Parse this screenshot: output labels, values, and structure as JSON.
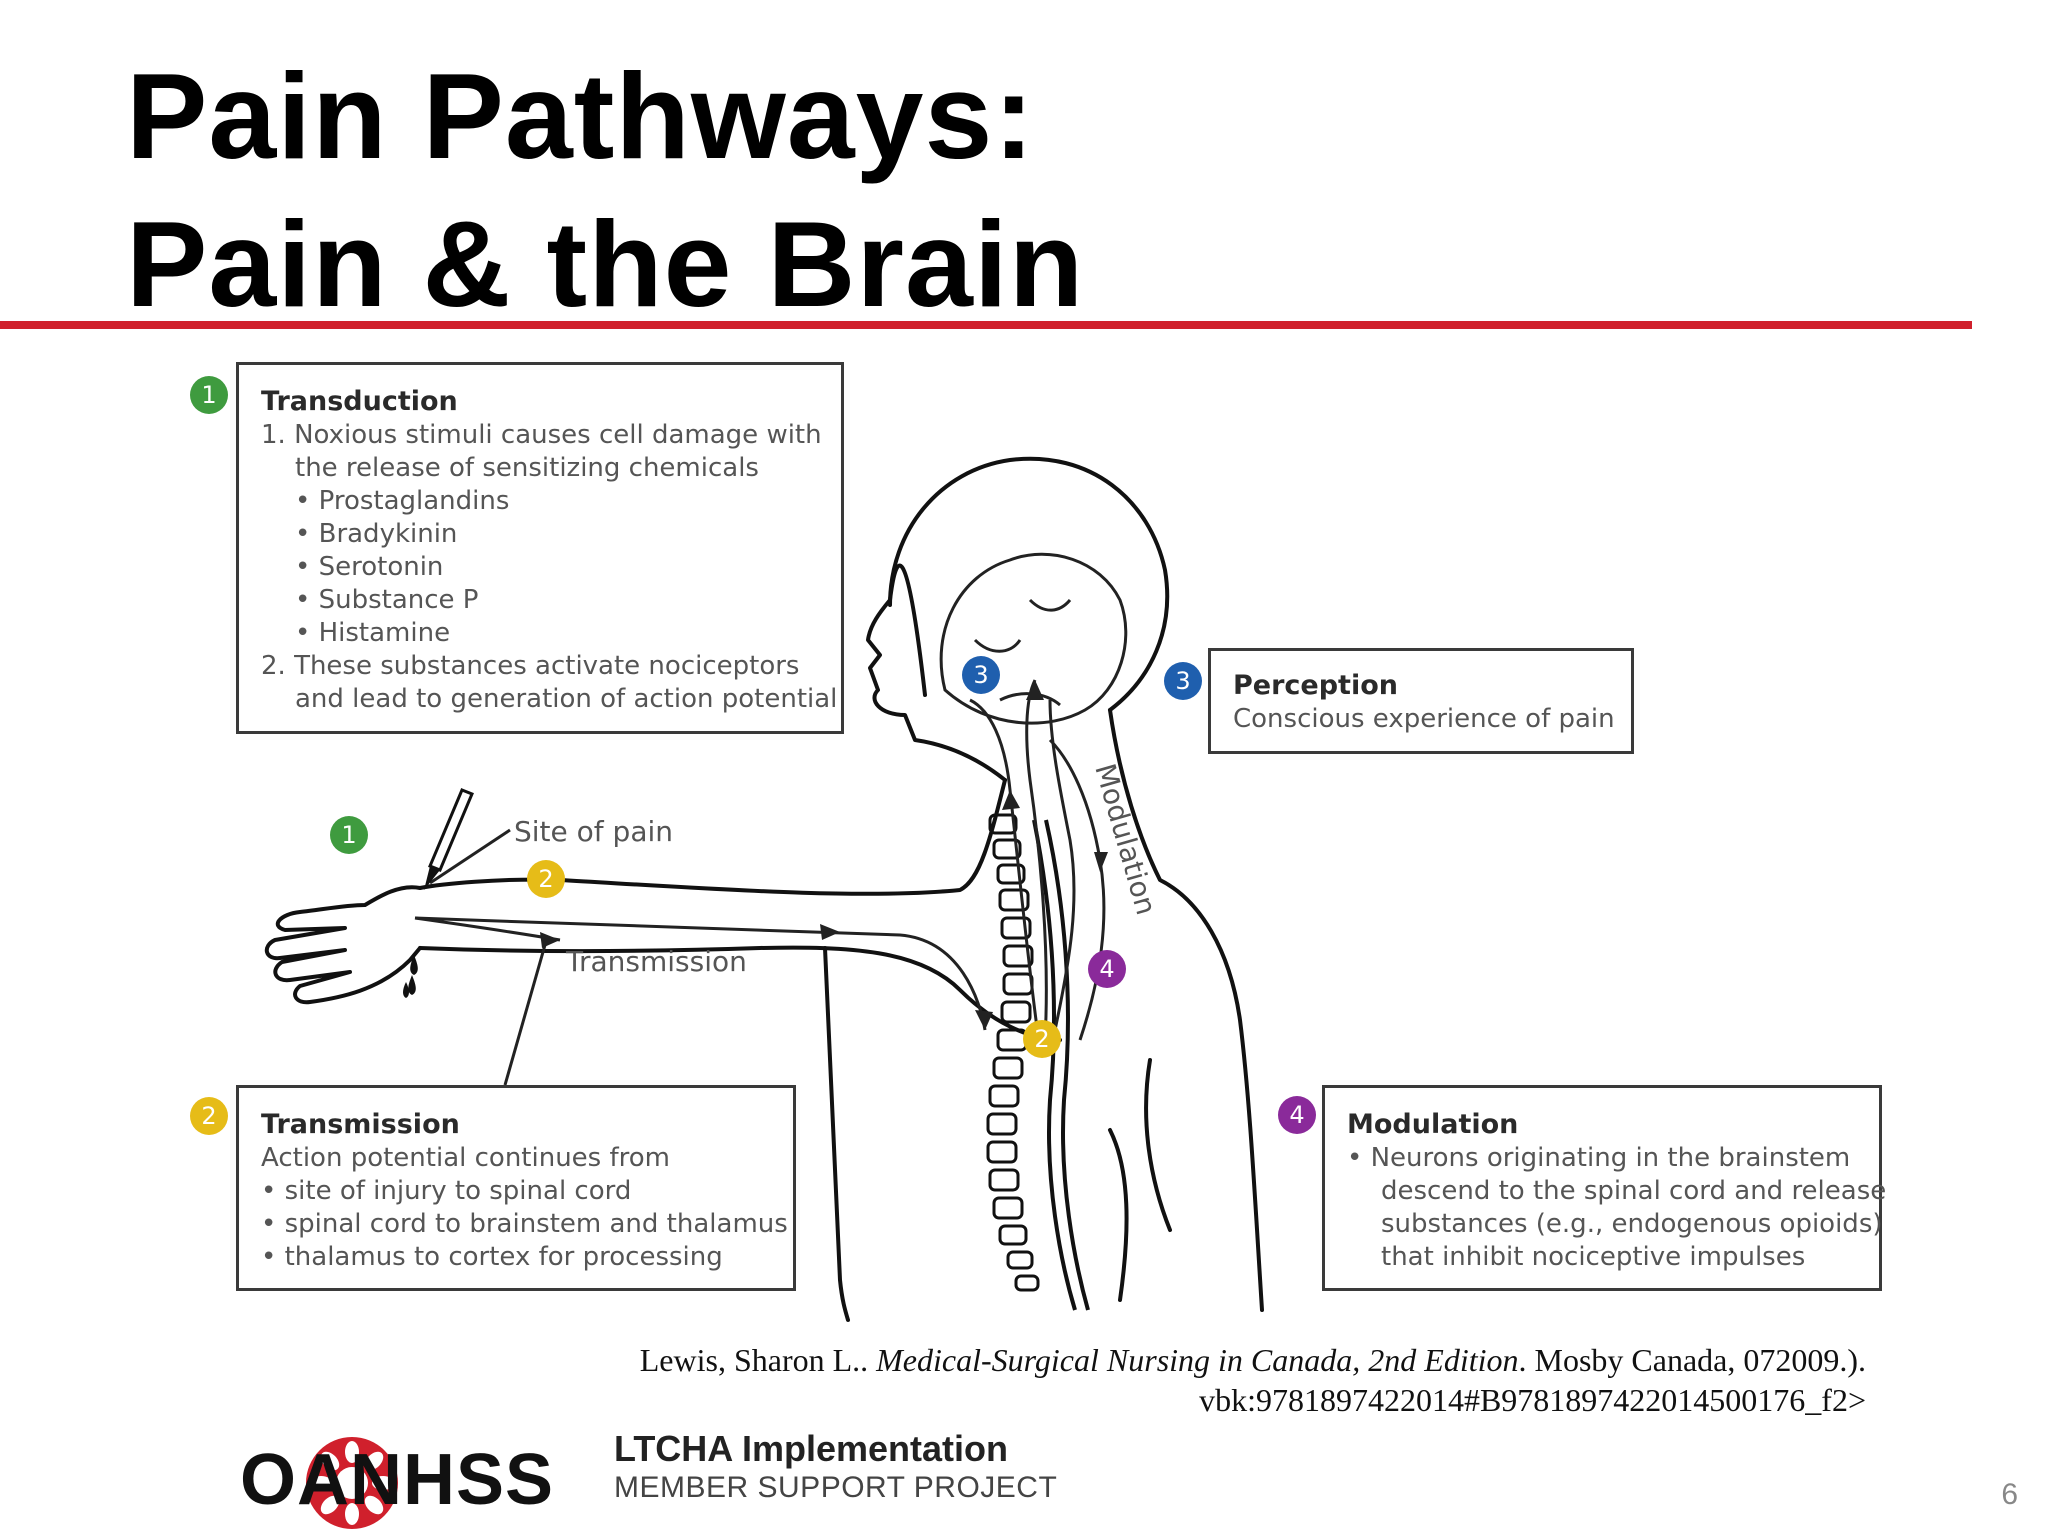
{
  "slide": {
    "title_lines": [
      "Pain Pathways:",
      "Pain & the Brain"
    ],
    "page_number": "6"
  },
  "diagram": {
    "labels": {
      "site_of_pain": "Site of pain",
      "transmission": "Transmission",
      "modulation": "Modulation"
    },
    "badges": {
      "one": "1",
      "two": "2",
      "three": "3",
      "four": "4"
    },
    "transduction": {
      "heading": "Transduction",
      "item1": "1. Noxious stimuli causes cell damage with",
      "item1_cont": "the release of sensitizing chemicals",
      "chemicals": [
        "• Prostaglandins",
        "• Bradykinin",
        "• Serotonin",
        "• Substance P",
        "• Histamine"
      ],
      "item2": "2. These substances activate nociceptors",
      "item2_cont": "and lead to generation of action potential"
    },
    "perception": {
      "heading": "Perception",
      "text": "Conscious experience of pain"
    },
    "transmission_box": {
      "heading": "Transmission",
      "intro": "Action potential continues from",
      "items": [
        "• site of injury to spinal cord",
        "• spinal cord to brainstem and thalamus",
        "• thalamus to cortex for processing"
      ]
    },
    "modulation_box": {
      "heading": "Modulation",
      "lines": [
        "• Neurons originating in the brainstem",
        "descend to the spinal cord and release",
        "substances (e.g., endogenous opioids)",
        "that inhibit nociceptive impulses"
      ]
    }
  },
  "citation": {
    "author": "Lewis, Sharon L..",
    "book": "Medical-Surgical Nursing in Canada, 2nd Edition",
    "publisher": ". Mosby Canada, 072009.).",
    "line2": "vbk:9781897422014#B9781897422014500176_f2>"
  },
  "footer": {
    "oanhss": "OANHSS",
    "ltcha_line1": "LTCHA Implementation",
    "ltcha_line2": "MEMBER SUPPORT PROJECT"
  },
  "colors": {
    "accent_red": "#d0202c",
    "badge_green": "#3f9b3f",
    "badge_yellow": "#e6bc18",
    "badge_blue": "#1f5fae",
    "badge_purple": "#8a2a9a"
  },
  "icons": [
    "oanhss-logo-icon",
    "scalpel-icon"
  ]
}
